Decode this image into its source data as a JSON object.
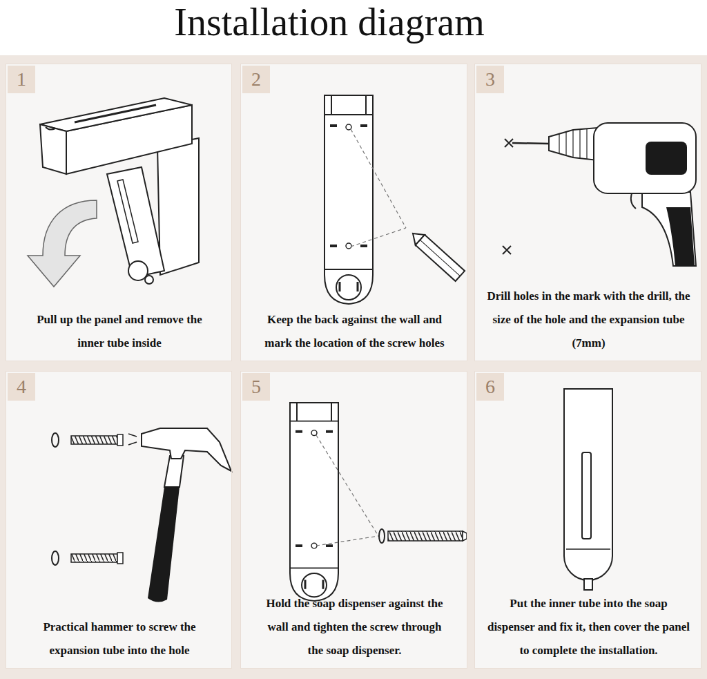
{
  "diagram": {
    "title": "Installation diagram",
    "nodes": [
      {
        "text": [
          "Pull up the panel and remove the inner tube inside"
        ]
      },
      {
        "text": [
          "1"
        ],
        "in": 0
      },
      {
        "text": [
          "Keep the back against the wall and mark the location of the screw holes"
        ]
      },
      {
        "text": [
          "2"
        ],
        "in": 2
      },
      {
        "text": [
          "Drill holes in the mark with the drill, the size of the hole and the expansion tube (7mm)"
        ]
      },
      {
        "text": [
          "3"
        ],
        "in": 4
      },
      {
        "text": [
          "Practical hammer to screw the expansion tube into the hole"
        ]
      },
      {
        "text": [
          "4"
        ],
        "in": 6
      },
      {
        "text": [
          "Hold the soap dispenser against the wall and tighten the screw through the soap dispenser."
        ]
      },
      {
        "text": [
          "5"
        ],
        "in": 8
      },
      {
        "text": [
          "Put the inner tube into the soap dispenser and fix it, then cover the panel to complete the installation."
        ]
      },
      {
        "text": [
          "6"
        ],
        "in": 10
      }
    ]
  }
}
